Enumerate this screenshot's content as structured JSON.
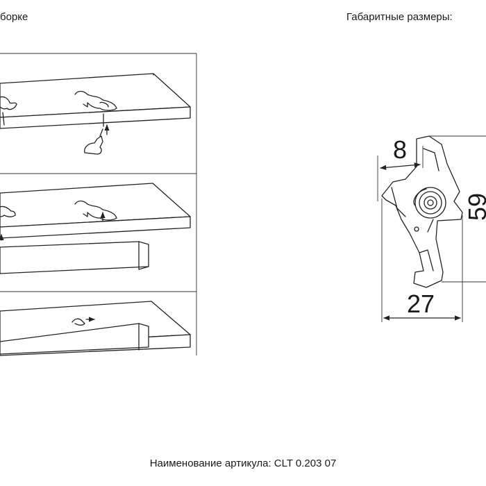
{
  "header": {
    "assembly_title": "борке",
    "dims_title": "Габаритные размеры:"
  },
  "dimensions": {
    "depth": "8",
    "height": "59",
    "width": "27"
  },
  "footer": {
    "article": "Наименование артикула: CLT 0.203 07"
  }
}
